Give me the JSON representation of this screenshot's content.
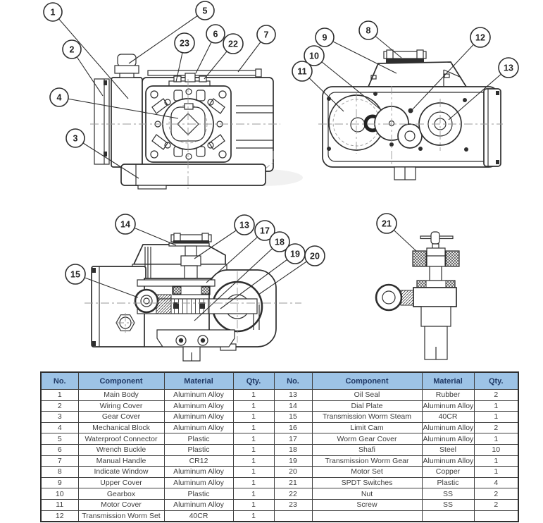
{
  "callouts": {
    "n1": "1",
    "n2": "2",
    "n3": "3",
    "n4": "4",
    "n5": "5",
    "n6": "6",
    "n7": "7",
    "n8": "8",
    "n9": "9",
    "n10": "10",
    "n11": "11",
    "n12": "12",
    "n13": "13",
    "n14": "14",
    "n15": "15",
    "n17": "17",
    "n18": "18",
    "n19": "19",
    "n20": "20",
    "n21": "21",
    "n22": "22",
    "n23": "23"
  },
  "table": {
    "headers": [
      "No.",
      "Component",
      "Material",
      "Qty.",
      "No.",
      "Component",
      "Material",
      "Qty."
    ],
    "rows": [
      [
        "1",
        "Main Body",
        "Aluminum Alloy",
        "1",
        "13",
        "Oil Seal",
        "Rubber",
        "2"
      ],
      [
        "2",
        "Wiring Cover",
        "Aluminum Alloy",
        "1",
        "14",
        "Dial Plate",
        "Aluminum Alloy",
        "1"
      ],
      [
        "3",
        "Gear Cover",
        "Aluminum Alloy",
        "1",
        "15",
        "Transmission Worm Steam",
        "40CR",
        "1"
      ],
      [
        "4",
        "Mechanical Block",
        "Aluminum Alloy",
        "1",
        "16",
        "Limit Cam",
        "Aluminum Alloy",
        "2"
      ],
      [
        "5",
        "Waterproof Connector",
        "Plastic",
        "1",
        "17",
        "Worm Gear Cover",
        "Aluminum Alloy",
        "1"
      ],
      [
        "6",
        "Wrench Buckle",
        "Plastic",
        "1",
        "18",
        "Shafi",
        "Steel",
        "10"
      ],
      [
        "7",
        "Manual Handle",
        "CR12",
        "1",
        "19",
        "Transmission Worm Gear",
        "Aluminum Alloy",
        "1"
      ],
      [
        "8",
        "Indicate Window",
        "Aluminum Alloy",
        "1",
        "20",
        "Motor Set",
        "Copper",
        "1"
      ],
      [
        "9",
        "Upper Cover",
        "Aluminum Alloy",
        "1",
        "21",
        "SPDT Switches",
        "Plastic",
        "4"
      ],
      [
        "10",
        "Gearbox",
        "Plastic",
        "1",
        "22",
        "Nut",
        "SS",
        "2"
      ],
      [
        "11",
        "Motor Cover",
        "Aluminum Alloy",
        "1",
        "23",
        "Screw",
        "SS",
        "2"
      ],
      [
        "12",
        "Transmission Worm Set",
        "40CR",
        "1",
        "",
        "",
        "",
        ""
      ]
    ]
  },
  "colors": {
    "header_bg": "#9DC3E6",
    "header_text": "#1F3864",
    "grid_line": "#3f3f3f",
    "drawing_line": "#2e2e2e"
  }
}
